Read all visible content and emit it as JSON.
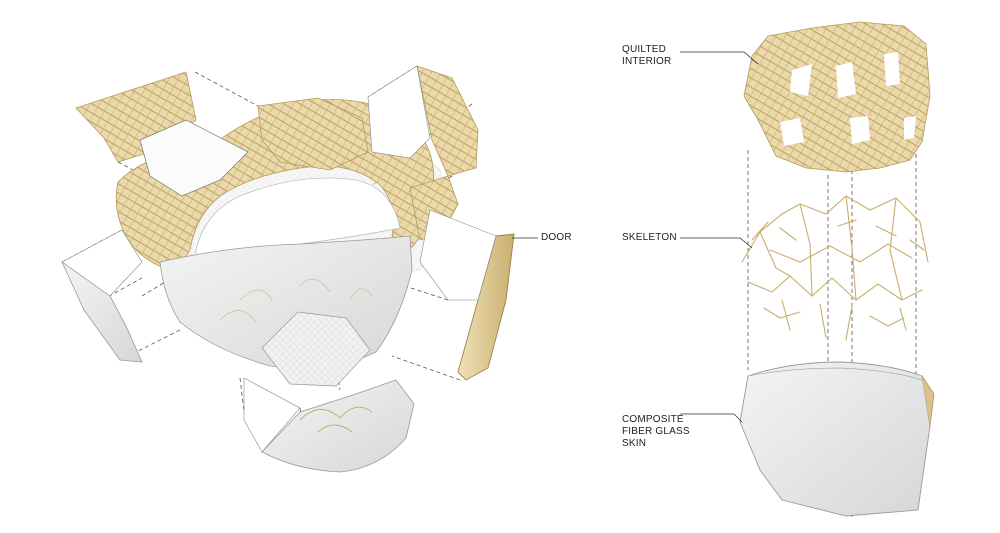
{
  "labels": {
    "door": "DOOR",
    "quilted_interior": "QUILTED\nINTERIOR",
    "skeleton": "SKELETON",
    "composite_skin": "COMPOSITE\nFIBER GLASS\nSKIN"
  },
  "colors": {
    "gold": "#e6d3a2",
    "gold_stroke": "#b79a5a",
    "shell": "#e9eaea",
    "shell_stroke": "#9a9a9a",
    "dash": "#555555",
    "leader": "#333333"
  }
}
